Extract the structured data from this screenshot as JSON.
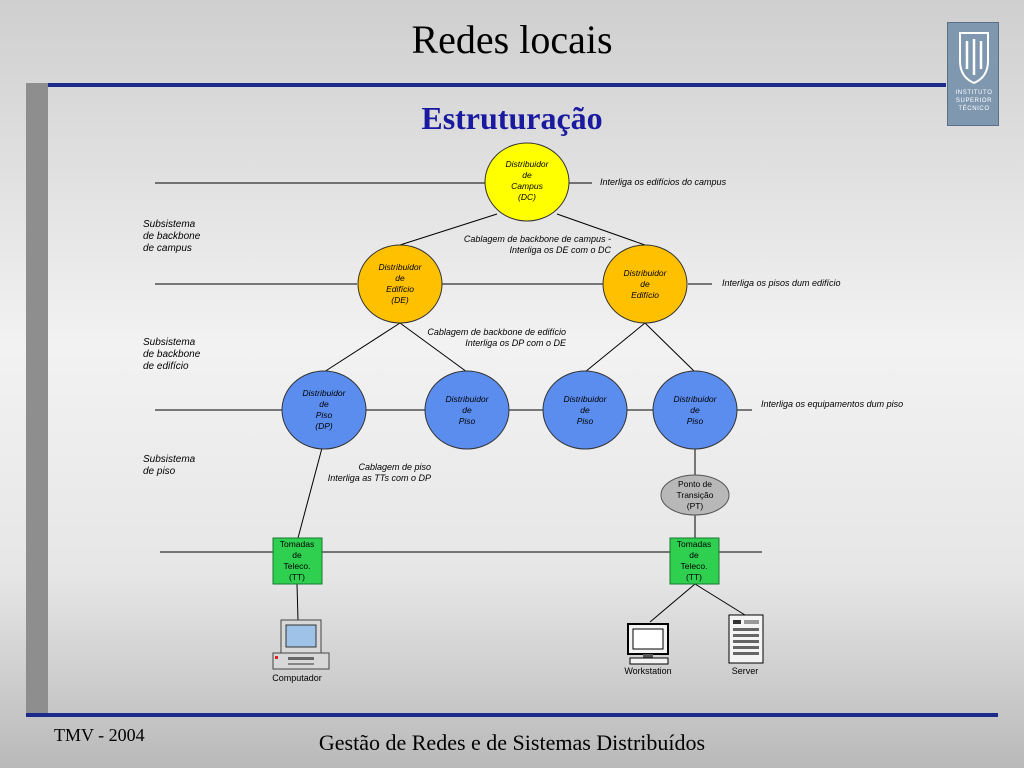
{
  "slide_title": "Redes locais",
  "subtitle": "Estruturação",
  "logo_text": [
    "INSTITUTO",
    "SUPERIOR",
    "TÉCNICO"
  ],
  "footer": {
    "left": "TMV - 2004",
    "center": "Gestão de Redes e de Sistemas Distribuídos"
  },
  "colors": {
    "campus_node": "#ffff00",
    "building_node": "#ffc000",
    "floor_node": "#5b8def",
    "transition_point": "#b8b8b8",
    "telecom_outlet": "#2fcf50",
    "accent_blue": "#1c2a8c"
  },
  "nodes": {
    "dc": [
      "Distribuidor",
      "de",
      "Campus",
      "(DC)"
    ],
    "de1": [
      "Distribuidor",
      "de",
      "Edifício",
      "(DE)"
    ],
    "de2": [
      "Distribuidor",
      "de",
      "Edifício"
    ],
    "dp1": [
      "Distribuidor",
      "de",
      "Piso",
      "(DP)"
    ],
    "dp2": [
      "Distribuidor",
      "de",
      "Piso"
    ],
    "dp3": [
      "Distribuidor",
      "de",
      "Piso"
    ],
    "dp4": [
      "Distribuidor",
      "de",
      "Piso"
    ],
    "pt": [
      "Ponto de",
      "Transição",
      "(PT)"
    ],
    "tt1": [
      "Tomadas",
      "de",
      "Teleco.",
      "(TT)"
    ],
    "tt2": [
      "Tomadas",
      "de",
      "Teleco.",
      "(TT)"
    ]
  },
  "subsystems": {
    "campus": [
      "Subsistema",
      "de backbone",
      "de campus"
    ],
    "building": [
      "Subsistema",
      "de backbone",
      "de edifício"
    ],
    "floor": [
      "Subsistema",
      "de piso"
    ]
  },
  "annotations": {
    "campus_level": "Interliga os edifícios do campus",
    "campus_cabling": [
      "Cablagem de backbone de campus -",
      "Interliga os DE com o DC"
    ],
    "building_level": "Interliga os pisos dum edifício",
    "building_cabling": [
      "Cablagem de backbone de edifício",
      "Interliga os DP com o DE"
    ],
    "floor_level": "Interliga os equipamentos dum piso",
    "floor_cabling": [
      "Cablagem de piso",
      "Interliga as TTs com o DP"
    ]
  },
  "devices": {
    "computer": "Computador",
    "workstation": "Workstation",
    "server": "Server"
  }
}
